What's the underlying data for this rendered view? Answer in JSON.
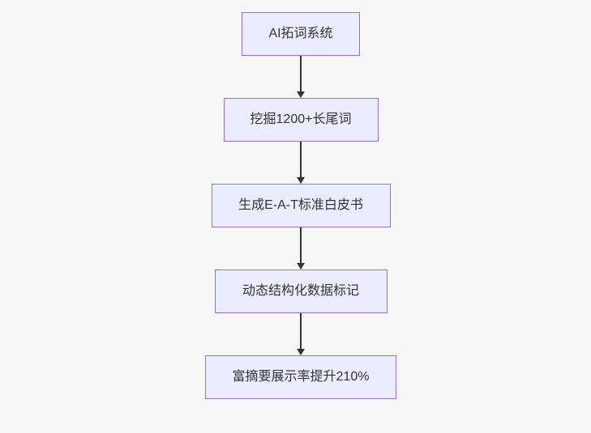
{
  "page": {
    "background_color": "#f7f7f7"
  },
  "flowchart": {
    "type": "flowchart-top-down",
    "colors": {
      "node_fill": "#ECECFF",
      "node_border": "#9370DB",
      "arrow_color": "#333333",
      "text_color": "#333333"
    },
    "nodes": [
      {
        "label": "AI拓词系统"
      },
      {
        "label": "挖掘1200+长尾词"
      },
      {
        "label": "生成E-A-T标准白皮书"
      },
      {
        "label": "动态结构化数据标记"
      },
      {
        "label": "富摘要展示率提升210%"
      }
    ],
    "edges": [
      {
        "from": "AI拓词系统",
        "to": "挖掘1200+长尾词"
      },
      {
        "from": "挖掘1200+长尾词",
        "to": "生成E-A-T标准白皮书"
      },
      {
        "from": "生成E-A-T标准白皮书",
        "to": "动态结构化数据标记"
      },
      {
        "from": "动态结构化数据标记",
        "to": "富摘要展示率提升210%"
      }
    ]
  }
}
